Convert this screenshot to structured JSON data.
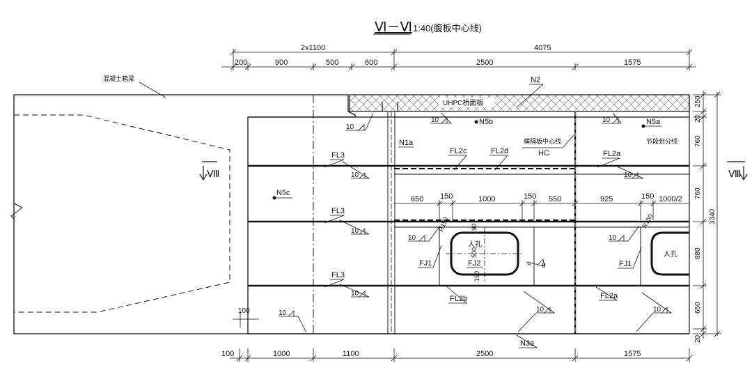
{
  "title": {
    "section": "Ⅵ－Ⅵ",
    "scale": "1:40(腹板中心线)"
  },
  "dimensions": {
    "top_group_left": "2x1100",
    "top_group_right": "4075",
    "top_row": [
      "200",
      "900",
      "500",
      "600",
      "2500",
      "1575"
    ],
    "middle_row": [
      "650",
      "150",
      "1000",
      "150",
      "550",
      "925",
      "150",
      "1000/2"
    ],
    "bottom_row": [
      "100",
      "1000",
      "1100",
      "2500",
      "1575"
    ],
    "right_col": [
      "250",
      "20",
      "760",
      "760",
      "880",
      "650",
      "20"
    ],
    "right_total": "3340",
    "small_left": "100",
    "radius_left": "R150",
    "radius_right": "R150",
    "hole_height_top": "190",
    "hole_height_mid": "500",
    "hole_height_bottom": "190"
  },
  "labels": {
    "concrete_girder": "混凝土箱梁",
    "uhpc_deck": "UHPC桥面板",
    "n2": "N2",
    "n1a": "N1a",
    "n5b": "N5b",
    "n5a": "N5a",
    "n5c": "N5c",
    "diaphragm_line": "横隔板中心线",
    "hc": "HC",
    "segment_line": "节段划分线",
    "fl3_1": "FL3",
    "fl3_2": "FL3",
    "fl3_3": "FL3",
    "fl2c": "FL2c",
    "fl2d": "FL2d",
    "fl2a_top": "FL2a",
    "fl2a_bottom": "FL2a",
    "fl2b": "FL2b",
    "fj1_left": "FJ1",
    "fj1_right": "FJ1",
    "fj2": "FJ2",
    "manhole_left": "人孔",
    "manhole_right": "人孔",
    "n3a": "N3a",
    "section_marker": "Ⅷ",
    "weld": "10",
    "weld_8": "8"
  }
}
